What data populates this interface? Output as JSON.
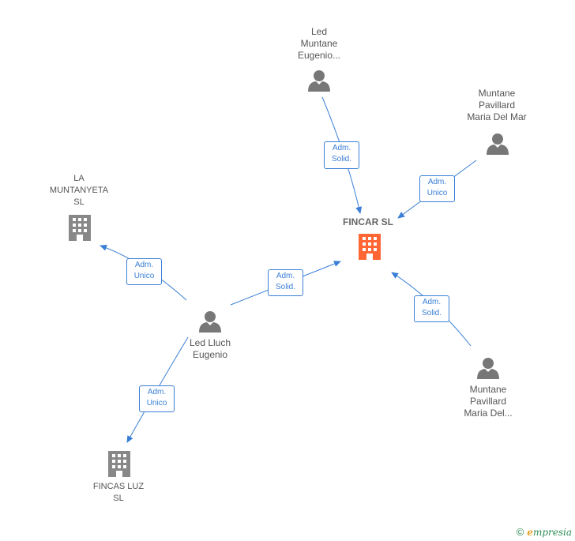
{
  "nodes": {
    "fincar": {
      "label": "FINCAR  SL",
      "kind": "company-main",
      "color": "#ff6633"
    },
    "la_muntanyeta": {
      "label_lines": [
        "LA",
        "MUNTANYETA",
        "SL"
      ],
      "kind": "company"
    },
    "fincas_luz": {
      "label_lines": [
        "FINCAS LUZ",
        "SL"
      ],
      "kind": "company"
    },
    "led_muntane": {
      "label_lines": [
        "Led",
        "Muntane",
        "Eugenio..."
      ],
      "kind": "person"
    },
    "muntane_mar": {
      "label_lines": [
        "Muntane",
        "Pavillard",
        "Maria Del Mar"
      ],
      "kind": "person"
    },
    "led_lluch": {
      "label_lines": [
        "Led Lluch",
        "Eugenio"
      ],
      "kind": "person"
    },
    "muntane_del": {
      "label_lines": [
        "Muntane",
        "Pavillard",
        "Maria Del..."
      ],
      "kind": "person"
    }
  },
  "edges": [
    {
      "from": "led_muntane",
      "to": "fincar",
      "label_lines": [
        "Adm.",
        "Solid."
      ]
    },
    {
      "from": "muntane_mar",
      "to": "fincar",
      "label_lines": [
        "Adm.",
        "Unico"
      ]
    },
    {
      "from": "led_lluch",
      "to": "fincar",
      "label_lines": [
        "Adm.",
        "Solid."
      ]
    },
    {
      "from": "muntane_del",
      "to": "fincar",
      "label_lines": [
        "Adm.",
        "Solid."
      ]
    },
    {
      "from": "led_lluch",
      "to": "la_muntanyeta",
      "label_lines": [
        "Adm.",
        "Unico"
      ]
    },
    {
      "from": "led_lluch",
      "to": "fincas_luz",
      "label_lines": [
        "Adm.",
        "Unico"
      ]
    }
  ],
  "colors": {
    "edge": "#3a7fd5",
    "person": "#777777",
    "company": "#888888",
    "main_company": "#ff6633"
  },
  "footer": {
    "copyright": "©",
    "brand_first": "e",
    "brand_rest": "mpresia"
  }
}
